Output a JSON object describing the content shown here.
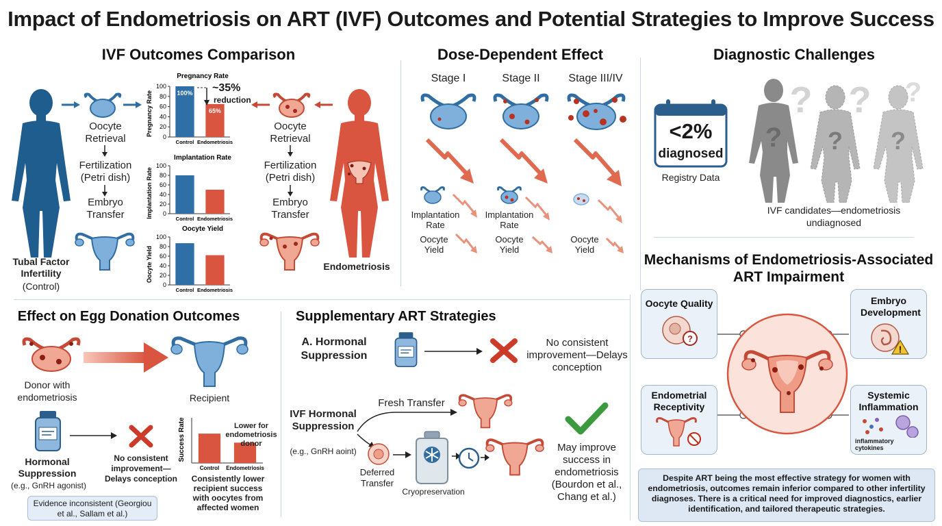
{
  "title": "Impact of Endometriosis on ART (IVF) Outcomes and Potential Strategies to Improve Success",
  "ivf": {
    "heading": "IVF Outcomes Comparison",
    "left_label": "Tubal Factor Infertility",
    "left_sub": "(Control)",
    "right_label": "Endometriosis",
    "steps": [
      "Oocyte Retrieval",
      "Fertilization (Petri dish)",
      "Embryo Transfer"
    ],
    "reduction": "~35%",
    "reduction_sub": "reduction"
  },
  "chart_data": [
    {
      "type": "bar",
      "title": "Pregnancy Rate",
      "ylabel": "Pregnancy Rate",
      "categories": [
        "Control",
        "Endometriosis"
      ],
      "values": [
        100,
        65
      ],
      "data_labels": [
        "100%",
        "65%"
      ],
      "ylim": [
        0,
        100
      ],
      "yticks": [
        0,
        20,
        40,
        60,
        80,
        100
      ],
      "colors": [
        "#2e6fa8",
        "#d9553f"
      ]
    },
    {
      "type": "bar",
      "title": "Implantation Rate",
      "ylabel": "Implantation Rate",
      "categories": [
        "Control",
        "Endometriosis"
      ],
      "values": [
        80,
        50
      ],
      "ylim": [
        0,
        100
      ],
      "yticks": [
        0,
        20,
        40,
        60,
        80,
        100
      ],
      "colors": [
        "#2e6fa8",
        "#d9553f"
      ]
    },
    {
      "type": "bar",
      "title": "Oocyte Yield",
      "ylabel": "Oocyte Yield",
      "categories": [
        "Control",
        "Endometriosis"
      ],
      "values": [
        87,
        62
      ],
      "ylim": [
        0,
        100
      ],
      "yticks": [
        0,
        20,
        40,
        60,
        80,
        100
      ],
      "colors": [
        "#2e6fa8",
        "#d9553f"
      ]
    },
    {
      "type": "bar",
      "title": "",
      "ylabel": "Success Rate",
      "categories": [
        "Control",
        "Endometriosis"
      ],
      "values": [
        65,
        45
      ],
      "ylim": [
        0,
        100
      ],
      "colors": [
        "#d9553f",
        "#d9553f"
      ]
    }
  ],
  "dose": {
    "heading": "Dose-Dependent Effect",
    "stages": [
      "Stage I",
      "Stage II",
      "Stage III/IV"
    ],
    "impl": "Implantation Rate",
    "yield": "Oocyte Yield"
  },
  "diag": {
    "heading": "Diagnostic Challenges",
    "stat": "<2%",
    "stat_sub": "diagnosed",
    "source": "Registry Data",
    "caption": "IVF candidates—endometriosis undiagnosed"
  },
  "mech": {
    "heading": "Mechanisms of Endometriosis-Associated ART Impairment",
    "boxes": [
      "Oocyte Quality",
      "Embryo Development",
      "Endometrial Receptivity",
      "Systemic Inflammation"
    ],
    "cytokines": "inflammatory cytokines",
    "conclusion": "Despite ART being the most effective strategy for women with endometriosis, outcomes remain inferior compared to other infertility diagnoses. There is a critical need for improved diagnostics, earlier identification, and tailored therapeutic strategies."
  },
  "egg": {
    "heading": "Effect on Egg Donation Outcomes",
    "donor": "Donor with endometriosis",
    "recipient": "Recipient",
    "hormonal": "Hormonal Suppression",
    "hormonal_sub": "(e.g., GnRH agonist)",
    "no_improve": "No consistent improvement—Delays conception",
    "lower_note": "Lower for endometriosis donor",
    "lower_caption": "Consistently lower recipient success with oocytes from affected women",
    "evidence": "Evidence inconsistent (Georgiou et al., Sallam et al.)"
  },
  "supp": {
    "heading": "Supplementary ART Strategies",
    "a_label": "A. Hormonal Suppression",
    "a_result": "No consistent improvement—Delays conception",
    "ivf_label": "IVF Hormonal Suppression",
    "ivf_sub": "(e.g., GnRH aoint)",
    "fresh": "Fresh Transfer",
    "deferred": "Deferred Transfer",
    "cryo": "Cryopreservation",
    "improve": "May improve success in endometriosis (Bourdon et al., Chang et al.)"
  },
  "colors": {
    "blue": "#2e6fa8",
    "red": "#d9553f",
    "green": "#3b9a3e"
  }
}
